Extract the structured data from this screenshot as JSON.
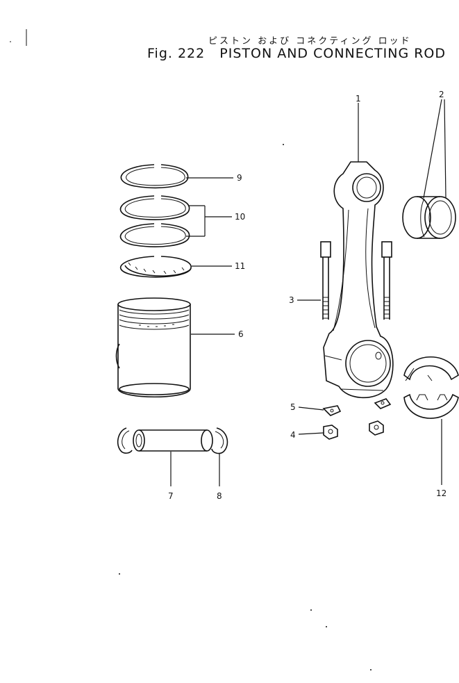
{
  "header": {
    "title_jp": "ピストン および コネクティング ロッド",
    "fig_label": "Fig. 222",
    "title": "PISTON AND CONNECTING ROD"
  },
  "callouts": {
    "c1": "1",
    "c2": "2",
    "c3": "3",
    "c4": "4",
    "c5": "5",
    "c6": "6",
    "c7": "7",
    "c8": "8",
    "c9": "9",
    "c10": "10",
    "c11": "11",
    "c12": "12"
  }
}
